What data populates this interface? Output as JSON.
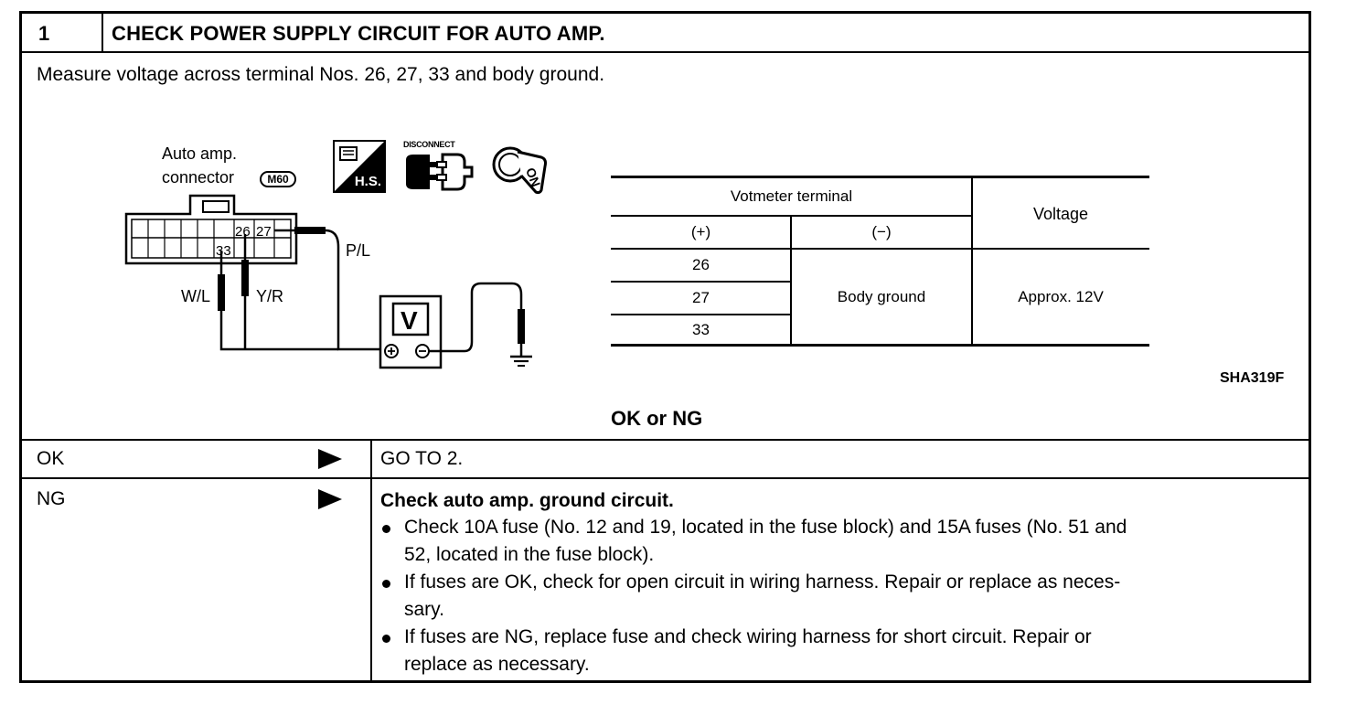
{
  "step": {
    "number": "1",
    "title": "CHECK POWER SUPPLY CIRCUIT FOR AUTO AMP."
  },
  "instruction": "Measure voltage across terminal Nos. 26, 27, 33 and body ground.",
  "diagram": {
    "connector_label_line1": "Auto amp.",
    "connector_label_line2": "connector",
    "connector_id": "M60",
    "hs_label": "H.S.",
    "disconnect_label": "DISCONNECT",
    "ignition_label": "ON",
    "pins": [
      "26",
      "27",
      "33"
    ],
    "wire_colors": [
      "P/L",
      "W/L",
      "Y/R"
    ],
    "meter_label": "V",
    "figure_id": "SHA319F"
  },
  "voltage_table": {
    "header_group": "Votmeter terminal",
    "header_plus": "(+)",
    "header_minus": "(−)",
    "header_voltage": "Voltage",
    "terminals": [
      "26",
      "27",
      "33"
    ],
    "minus_value": "Body ground",
    "voltage_value": "Approx. 12V"
  },
  "judgement": "OK or NG",
  "results": {
    "ok": {
      "label": "OK",
      "text": "GO TO 2."
    },
    "ng": {
      "label": "NG",
      "title": "Check auto amp. ground circuit.",
      "bullets": [
        [
          "Check 10A fuse (No. 12 and 19, located in the fuse block) and 15A fuses (No. 51 and",
          "52, located in the fuse block)."
        ],
        [
          "If fuses are OK, check for open circuit in wiring harness. Repair or replace as neces-",
          "sary."
        ],
        [
          "If fuses are NG, replace fuse and check wiring harness for short circuit. Repair or",
          "replace as necessary."
        ]
      ]
    }
  }
}
